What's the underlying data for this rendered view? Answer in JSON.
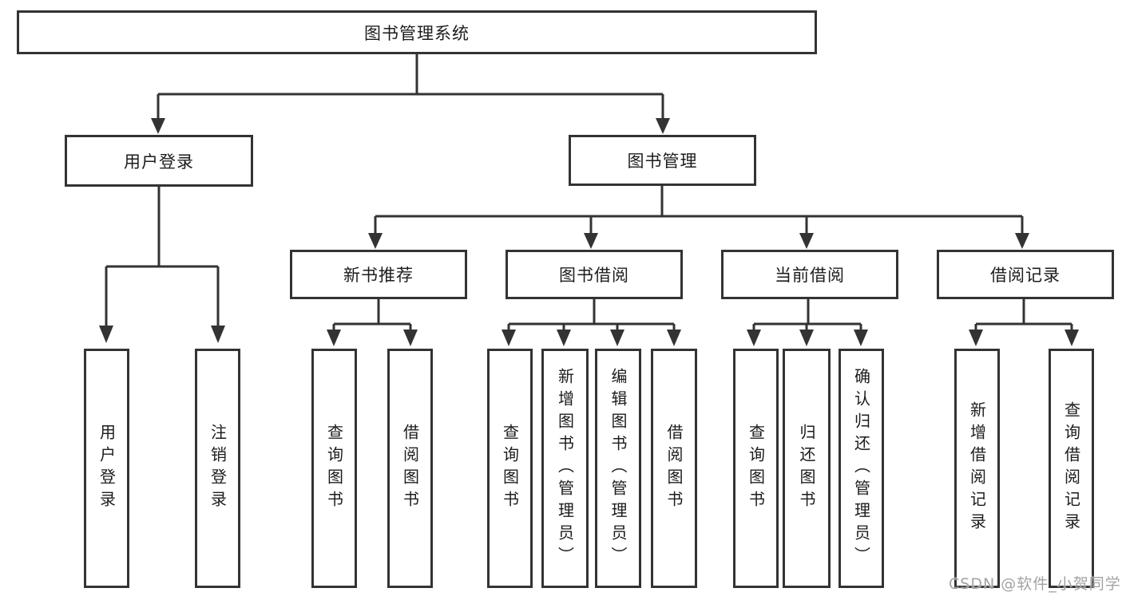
{
  "diagram": {
    "title": "图书管理系统",
    "root": {
      "label": "图书管理系统"
    },
    "level2": [
      {
        "id": "user-login",
        "label": "用户登录"
      },
      {
        "id": "book-management",
        "label": "图书管理"
      }
    ],
    "level3": [
      {
        "id": "new-book-recommend",
        "label": "新书推荐"
      },
      {
        "id": "book-borrowing",
        "label": "图书借阅"
      },
      {
        "id": "current-borrowing",
        "label": "当前借阅"
      },
      {
        "id": "borrowing-records",
        "label": "借阅记录"
      }
    ],
    "leaves": [
      {
        "id": "user-login-leaf",
        "label": "用户登录"
      },
      {
        "id": "logout",
        "label": "注销登录"
      },
      {
        "id": "query-books-1",
        "label": "查询图书"
      },
      {
        "id": "borrow-books-1",
        "label": "借阅图书"
      },
      {
        "id": "query-books-2",
        "label": "查询图书"
      },
      {
        "id": "add-books-admin",
        "label": "新增图书（管理员）"
      },
      {
        "id": "edit-books-admin",
        "label": "编辑图书（管理员）"
      },
      {
        "id": "borrow-books-2",
        "label": "借阅图书"
      },
      {
        "id": "query-books-3",
        "label": "查询图书"
      },
      {
        "id": "return-books",
        "label": "归还图书"
      },
      {
        "id": "confirm-return-admin",
        "label": "确认归还（管理员）"
      },
      {
        "id": "add-borrow-record",
        "label": "新增借阅记录"
      },
      {
        "id": "query-borrow-record",
        "label": "查询借阅记录"
      }
    ],
    "watermark": "CSDN @软件_小贺同学",
    "colors": {
      "line": "#333333",
      "box_border": "#333333",
      "box_background": "#ffffff",
      "text": "#1c1c1c",
      "watermark": "#9e9e9e"
    }
  }
}
